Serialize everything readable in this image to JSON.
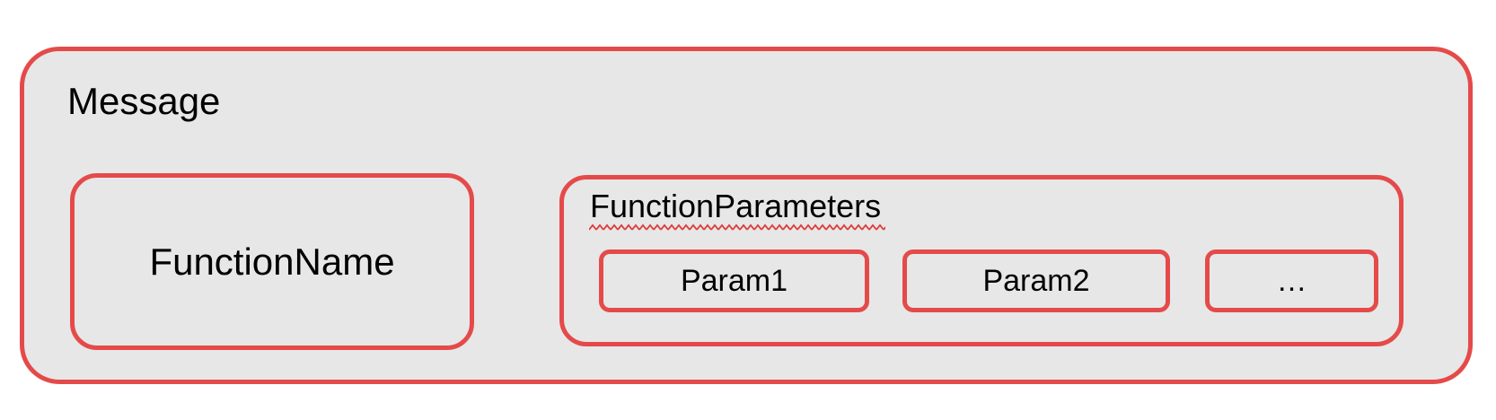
{
  "diagram": {
    "message_label": "Message",
    "function_name_label": "FunctionName",
    "function_parameters_label": "FunctionParameters",
    "params": [
      "Param1",
      "Param2",
      "…"
    ]
  },
  "colors": {
    "border_red": "#e54a4a",
    "squiggle_red": "#dd3c3c",
    "box_fill_gray": "#e7e7e7",
    "text_black": "#000000",
    "page_background": "#ffffff"
  }
}
